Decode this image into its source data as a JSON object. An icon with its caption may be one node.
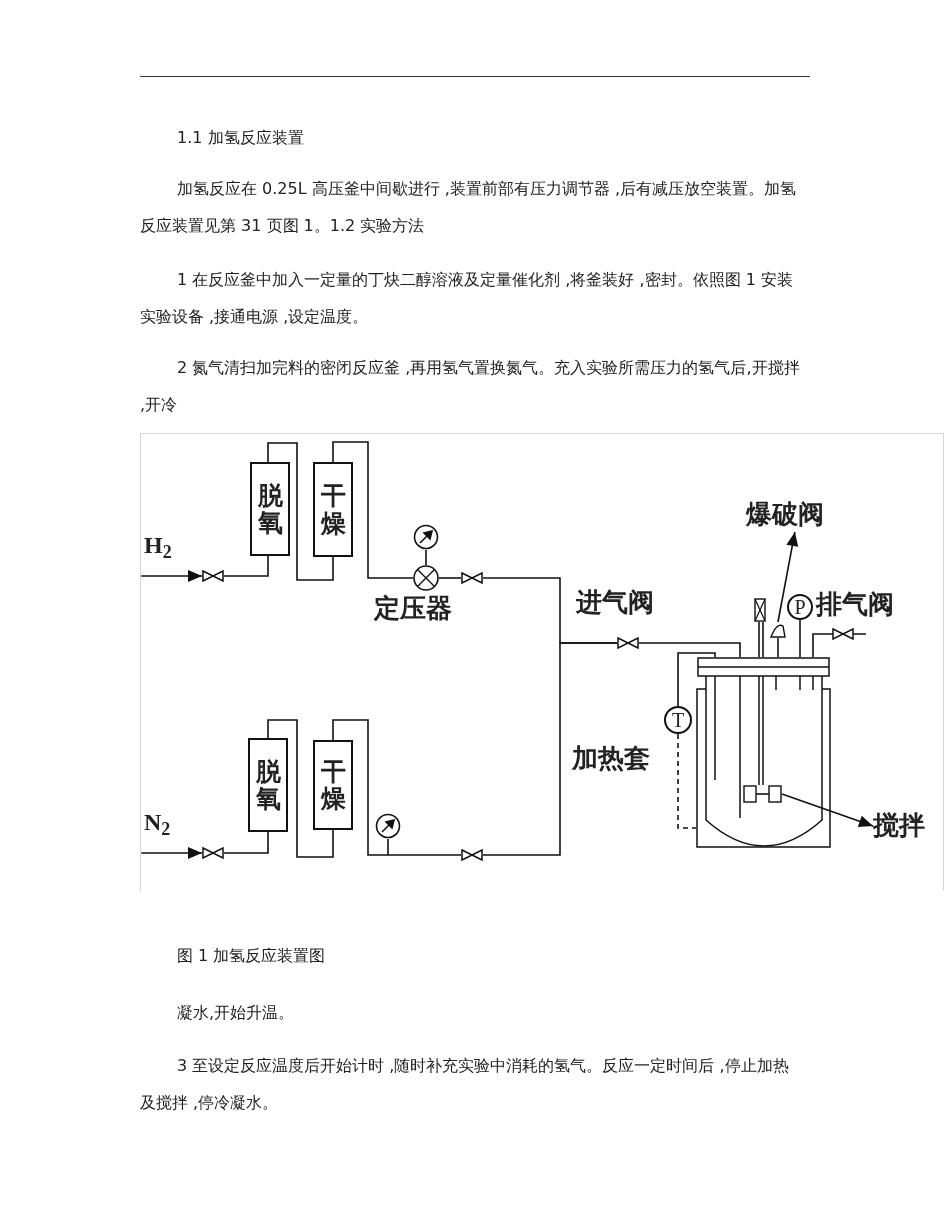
{
  "diagram": {
    "caption": "图 1 加氢反应装置图",
    "nodes": [
      {
        "text": [
          "H$_{2}$"
        ]
      },
      {
        "text": [
          "脱氧"
        ]
      },
      {
        "text": [
          "干燥"
        ]
      },
      {
        "text": [],
        "shape": "circle",
        "beside": [
          "定压器"
        ]
      },
      {
        "text": [
          "爆破阀"
        ]
      },
      {
        "text": [],
        "shape": "cylinder"
      },
      {
        "text": [],
        "shape": "cone"
      },
      {
        "text": [],
        "shape": "box",
        "in": 5
      },
      {
        "text": [
          "搅拌"
        ]
      },
      {
        "text": [
          "N$_{2}$"
        ]
      },
      {
        "text": [
          "脱氧"
        ]
      },
      {
        "text": [
          "干燥"
        ]
      },
      {
        "text": [],
        "shape": "valve"
      },
      {
        "text": [],
        "shape": "valve"
      },
      {
        "text": [],
        "shape": "valve"
      },
      {
        "text": [],
        "shape": "valve"
      },
      {
        "text": [],
        "shape": "valve"
      }
    ],
    "edges": [
      {
        "from": 0,
        "to": 12,
        "arrow": "to"
      },
      {
        "from": 12,
        "to": 1,
        "arrow": "none"
      },
      {
        "from": 1,
        "to": 2,
        "arrow": "none"
      },
      {
        "from": 2,
        "to": 3,
        "arrow": "none"
      },
      {
        "from": 3,
        "to": 13,
        "arrow": "none"
      },
      {
        "from": 13,
        "to": 14,
        "arrow": "none"
      },
      {
        "from": 14,
        "to": 5,
        "arrow": "none"
      },
      {
        "from": 9,
        "to": 15,
        "arrow": "to"
      },
      {
        "from": 15,
        "to": 10,
        "arrow": "none"
      },
      {
        "from": 10,
        "to": 11,
        "arrow": "none"
      },
      {
        "from": 11,
        "to": 16,
        "arrow": "none"
      },
      {
        "from": 16,
        "to": 14,
        "arrow": "none"
      },
      {
        "from": 6,
        "to": 4,
        "arrow": "to"
      },
      {
        "from": 7,
        "to": 8,
        "arrow": "to"
      },
      {
        "from": 6,
        "to": 5,
        "arrow": "none"
      }
    ],
    "labels": [
      "1.1 加氢反应装置",
      "加氢反应在 0.25L 高压釜中间歇进行 ,装置前部有压力调节器 ,后有减压放空装置。加氢反应装置见第 31 页图 1。1.2 实验方法",
      "1 在反应釜中加入一定量的丁炔二醇溶液及定量催化剂 ,将釜装好 ,密封。依照图 1 安装实验设备 ,接通电源 ,设定温度。",
      "2 氮气清扫加完料的密闭反应釜 ,再用氢气置换氮气。充入实验所需压力的氢气后,开搅拌 ,开冷",
      "进气阀",
      "P",
      "排气阀",
      "T",
      "加热套",
      "凝水,开始升温。",
      "3 至设定反应温度后开始计时 ,随时补充实验中消耗的氢气。反应一定时间后 ,停止加热及搅拌 ,停冷凝水。"
    ]
  }
}
